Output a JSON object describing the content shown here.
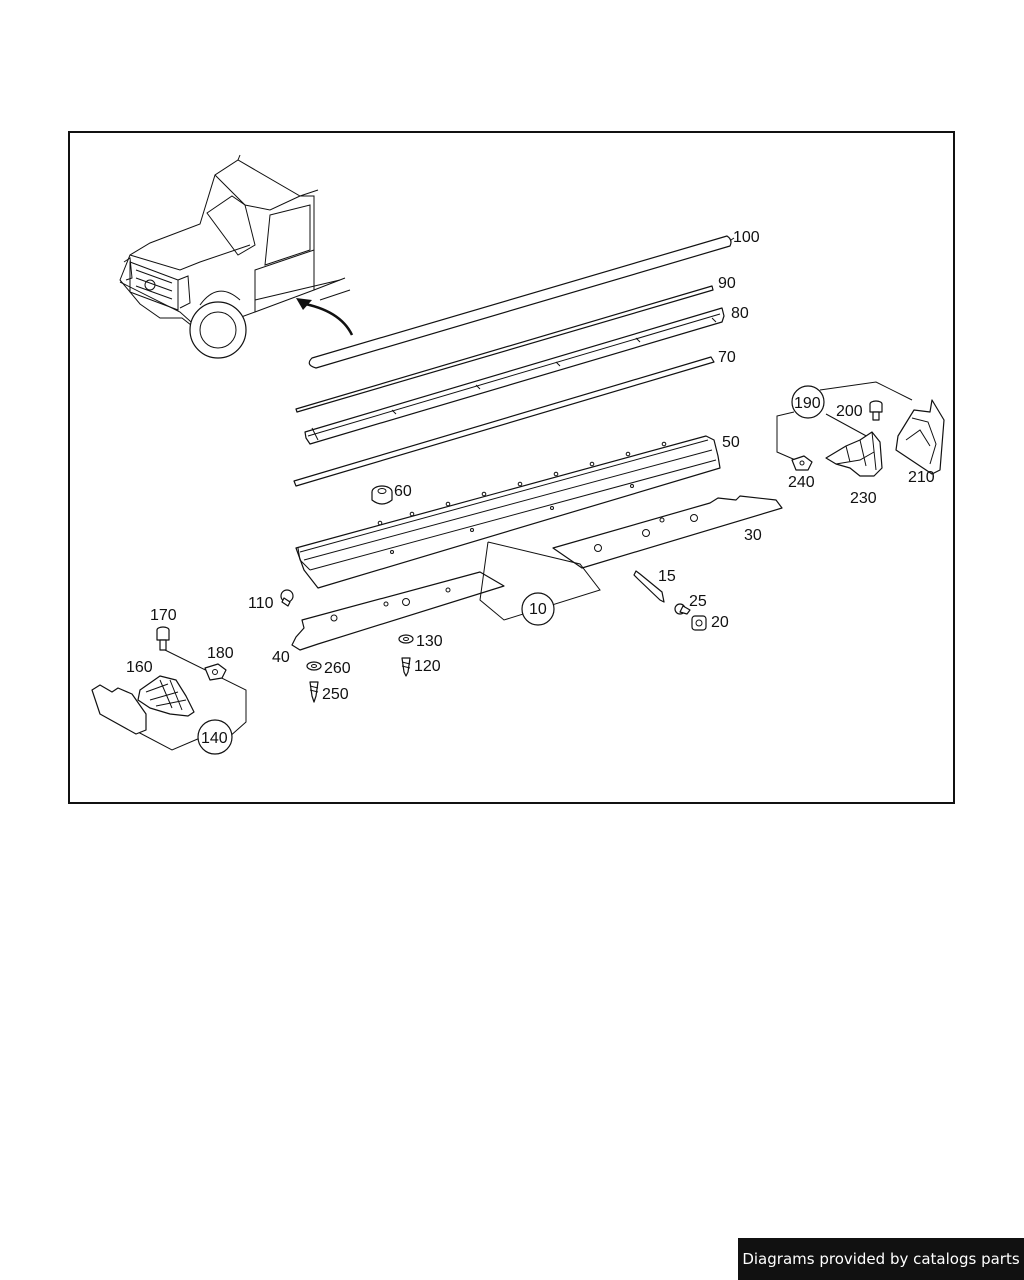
{
  "diagram": {
    "callouts": {
      "p100": "100",
      "p90": "90",
      "p80": "80",
      "p70": "70",
      "p50": "50",
      "p60": "60",
      "p30": "30",
      "p10": "10",
      "p15": "15",
      "p25": "25",
      "p20": "20",
      "p110": "110",
      "p40": "40",
      "p130": "130",
      "p120": "120",
      "p260": "260",
      "p250": "250",
      "p170": "170",
      "p180": "180",
      "p160": "160",
      "p140": "140",
      "p190": "190",
      "p200": "200",
      "p210": "210",
      "p240": "240",
      "p230": "230"
    }
  },
  "footer": {
    "text": "Diagrams provided by catalogs parts"
  }
}
